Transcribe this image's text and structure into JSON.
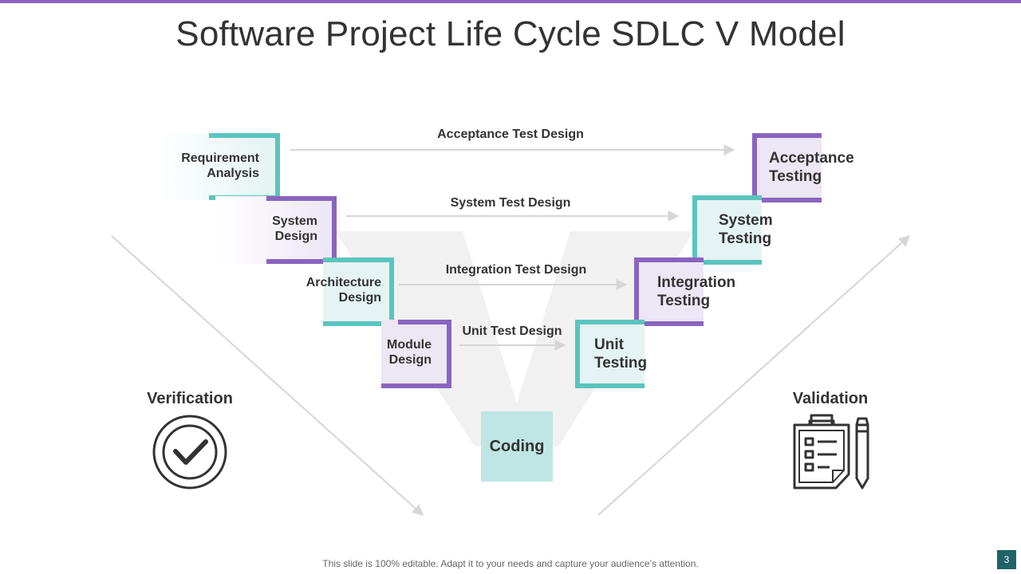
{
  "title": "Software Project Life Cycle SDLC V Model",
  "colors": {
    "teal": "#5BC4BE",
    "purple": "#8A64C0",
    "top_line": "#8A64C0",
    "coding_fill": "#BFE6E4",
    "page_badge": "#1F6368"
  },
  "left_steps": [
    {
      "label_line1": "Requirement",
      "label_line2": "Analysis",
      "color": "teal"
    },
    {
      "label_line1": "System",
      "label_line2": "Design",
      "color": "purple"
    },
    {
      "label_line1": "Architecture",
      "label_line2": "Design",
      "color": "teal"
    },
    {
      "label_line1": "Module",
      "label_line2": "Design",
      "color": "purple"
    }
  ],
  "right_steps": [
    {
      "label_line1": "Acceptance",
      "label_line2": "Testing",
      "color": "purple"
    },
    {
      "label_line1": "System",
      "label_line2": "Testing",
      "color": "teal"
    },
    {
      "label_line1": "Integration",
      "label_line2": "Testing",
      "color": "purple"
    },
    {
      "label_line1": "Unit",
      "label_line2": "Testing",
      "color": "teal"
    }
  ],
  "arrows": [
    {
      "label": "Acceptance Test Design"
    },
    {
      "label": "System Test Design"
    },
    {
      "label": "Integration Test Design"
    },
    {
      "label": "Unit Test Design"
    }
  ],
  "coding": {
    "label": "Coding"
  },
  "verification": {
    "label": "Verification",
    "icon": "check-circle-icon"
  },
  "validation": {
    "label": "Validation",
    "icon": "clipboard-checklist-icon"
  },
  "footer": "This slide is 100% editable. Adapt it to your needs and capture your audience’s attention.",
  "page_number": "3"
}
